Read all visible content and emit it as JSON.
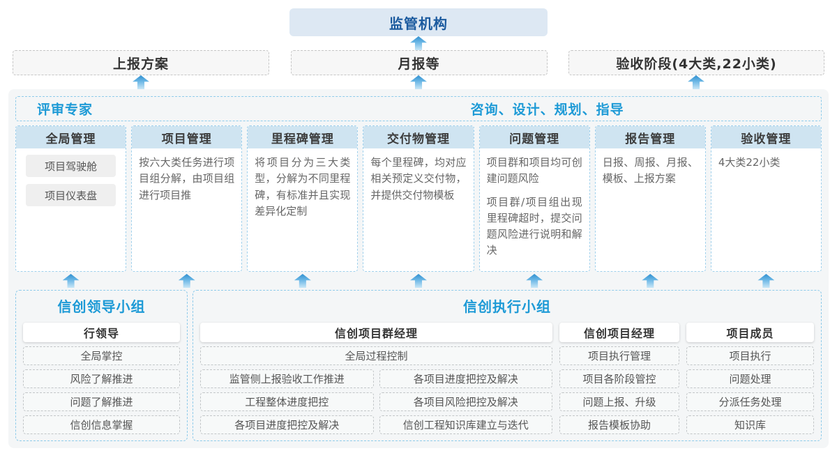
{
  "top": {
    "regulator": "监管机构"
  },
  "row2": {
    "report_plan": "上报方案",
    "monthly_report": "月报等",
    "acceptance_phase": "验收阶段(4大类,22小类)"
  },
  "experts_bar": {
    "left": "评审专家",
    "center": "咨询、设计、规划、指导"
  },
  "columns": [
    {
      "title": "全局管理",
      "pills": [
        "项目驾驶舱",
        "项目仪表盘"
      ]
    },
    {
      "title": "项目管理",
      "paragraphs": [
        "按六大类任务进行项目组分解，由项目组进行项目推"
      ]
    },
    {
      "title": "里程碑管理",
      "paragraphs": [
        "将项目分为三大类型，分解为不同里程碑，有标准并且实现差异化定制"
      ]
    },
    {
      "title": "交付物管理",
      "paragraphs": [
        "每个里程碑，均对应相关预定义交付物，并提供交付物模板"
      ]
    },
    {
      "title": "问题管理",
      "paragraphs": [
        "项目群和项目均可创建问题风险",
        "项目群/项目组出现里程碑超时，提交问题风险进行说明和解决"
      ]
    },
    {
      "title": "报告管理",
      "paragraphs": [
        "日报、周报、月报、模板、上报方案"
      ]
    },
    {
      "title": "验收管理",
      "paragraphs": [
        "4大类22小类"
      ]
    }
  ],
  "leadership_group": {
    "title": "信创领导小组",
    "role": "行领导",
    "items": [
      "全局掌控",
      "风险了解推进",
      "问题了解推进",
      "信创信息掌握"
    ]
  },
  "execution_group": {
    "title": "信创执行小组",
    "program_manager": {
      "role": "信创项目群经理",
      "wide_item": "全局过程控制",
      "col_a": [
        "监管侧上报验收工作推进",
        "工程整体进度把控",
        "各项目进度把控及解决"
      ],
      "col_b": [
        "各项目进度把控及解决",
        "各项目风险把控及解决",
        "信创工程知识库建立与迭代"
      ]
    },
    "project_manager": {
      "role": "信创项目经理",
      "items": [
        "项目执行管理",
        "项目各阶段管控",
        "问题上报、升级",
        "报告模板协助"
      ]
    },
    "members": {
      "role": "项目成员",
      "items": [
        "项目执行",
        "问题处理",
        "分派任务处理",
        "知识库"
      ]
    }
  },
  "colors": {
    "accent_blue": "#1d9ad6",
    "dark_blue": "#1b5a9e",
    "regulator_bg": "#dde8f3",
    "column_header_bg": "#cfe4f1",
    "container_bg": "#f4f6f7",
    "dashed_blue_border": "#8ecbea"
  }
}
